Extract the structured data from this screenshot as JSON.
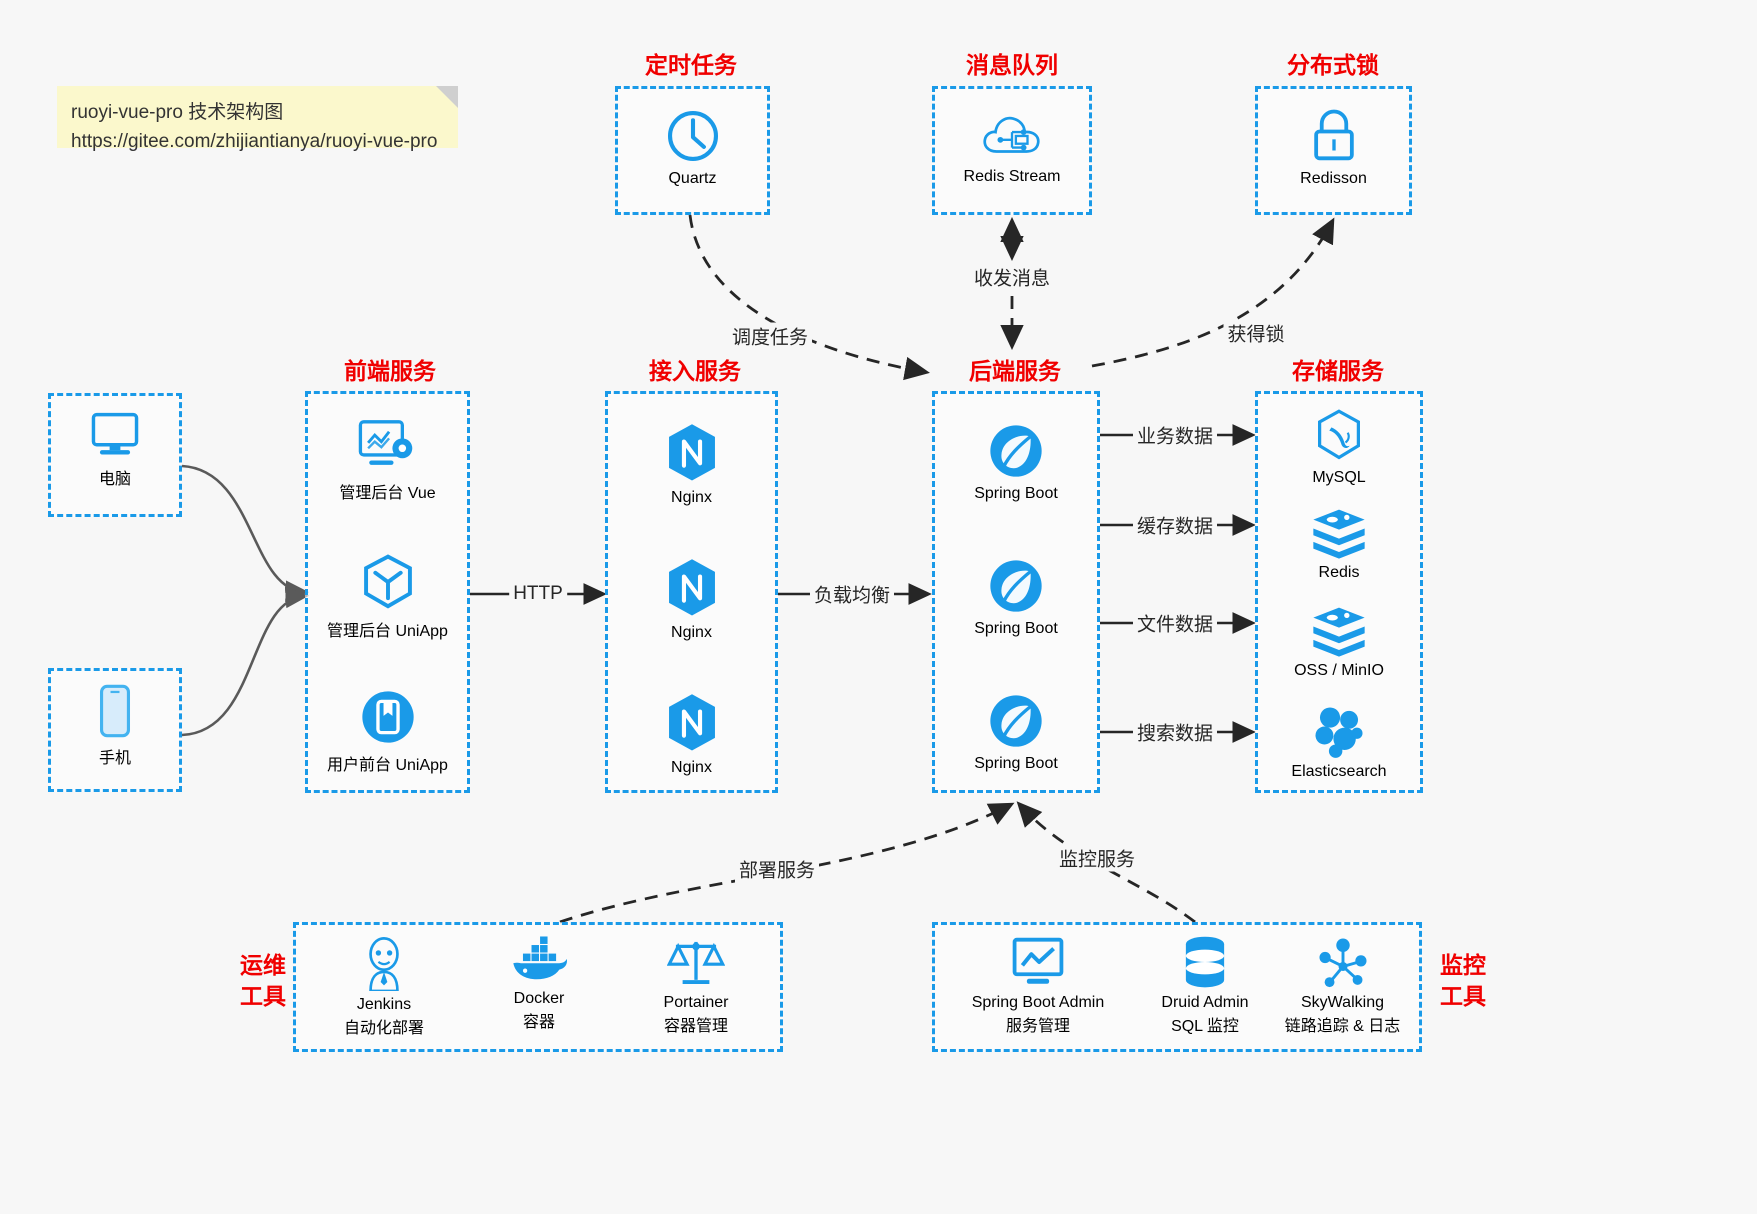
{
  "note": {
    "line1": "ruoyi-vue-pro 技术架构图",
    "line2": "https://gitee.com/zhijiantianya/ruoyi-vue-pro"
  },
  "colors": {
    "accent": "#1a9ae8",
    "group_title": "#f00000",
    "edge": "#262626",
    "curve": "#5a5a5a",
    "note_bg": "#fbf8cc",
    "page_bg": "#f7f7f7"
  },
  "groups": {
    "scheduled_task": {
      "title": "定时任务",
      "items": [
        {
          "label": "Quartz",
          "icon": "clock-icon"
        }
      ]
    },
    "message_queue": {
      "title": "消息队列",
      "items": [
        {
          "label": "Redis Stream",
          "icon": "cloud-stream-icon"
        }
      ]
    },
    "distributed_lock": {
      "title": "分布式锁",
      "items": [
        {
          "label": "Redisson",
          "icon": "padlock-icon"
        }
      ]
    },
    "clients": {
      "items": [
        {
          "label": "电脑",
          "icon": "desktop-monitor-icon"
        },
        {
          "label": "手机",
          "icon": "smartphone-icon"
        }
      ]
    },
    "frontend": {
      "title": "前端服务",
      "items": [
        {
          "label": "管理后台 Vue",
          "icon": "dashboard-gear-icon"
        },
        {
          "label": "管理后台 UniApp",
          "icon": "uniapp-cube-icon"
        },
        {
          "label": "用户前台 UniApp",
          "icon": "mobile-app-icon"
        }
      ]
    },
    "gateway": {
      "title": "接入服务",
      "items": [
        {
          "label": "Nginx",
          "icon": "nginx-icon"
        },
        {
          "label": "Nginx",
          "icon": "nginx-icon"
        },
        {
          "label": "Nginx",
          "icon": "nginx-icon"
        }
      ]
    },
    "backend": {
      "title": "后端服务",
      "items": [
        {
          "label": "Spring Boot",
          "icon": "spring-boot-icon"
        },
        {
          "label": "Spring Boot",
          "icon": "spring-boot-icon"
        },
        {
          "label": "Spring Boot",
          "icon": "spring-boot-icon"
        }
      ]
    },
    "storage": {
      "title": "存储服务",
      "items": [
        {
          "label": "MySQL",
          "icon": "mysql-dolphin-icon"
        },
        {
          "label": "Redis",
          "icon": "redis-stack-icon"
        },
        {
          "label": "OSS / MinIO",
          "icon": "oss-stack-icon"
        },
        {
          "label": "Elasticsearch",
          "icon": "elasticsearch-icon"
        }
      ]
    },
    "ops_tools": {
      "title": "运维\n工具",
      "title_line1": "运维",
      "title_line2": "工具",
      "items": [
        {
          "label": "Jenkins",
          "sublabel": "自动化部署",
          "icon": "jenkins-butler-icon"
        },
        {
          "label": "Docker",
          "sublabel": "容器",
          "icon": "docker-whale-icon"
        },
        {
          "label": "Portainer",
          "sublabel": "容器管理",
          "icon": "portainer-scales-icon"
        }
      ]
    },
    "monitor_tools": {
      "title_line1": "监控",
      "title_line2": "工具",
      "items": [
        {
          "label": "Spring Boot Admin",
          "sublabel": "服务管理",
          "icon": "monitor-chart-icon"
        },
        {
          "label": "Druid Admin",
          "sublabel": "SQL 监控",
          "icon": "database-stack-icon"
        },
        {
          "label": "SkyWalking",
          "sublabel": "链路追踪 & 日志",
          "icon": "skywalking-node-icon"
        }
      ]
    }
  },
  "edges": [
    {
      "label": "HTTP",
      "from": "frontend",
      "to": "gateway",
      "style": "solid"
    },
    {
      "label": "负载均衡",
      "from": "gateway",
      "to": "backend",
      "style": "solid"
    },
    {
      "label": "调度任务",
      "from": "scheduled_task",
      "to": "backend",
      "style": "dashed"
    },
    {
      "label": "收发消息",
      "from": "message_queue",
      "to": "backend",
      "style": "dashed-bidirectional"
    },
    {
      "label": "获得锁",
      "from": "backend",
      "to": "distributed_lock",
      "style": "dashed"
    },
    {
      "label": "业务数据",
      "from": "backend",
      "to": "storage",
      "style": "solid"
    },
    {
      "label": "缓存数据",
      "from": "backend",
      "to": "storage",
      "style": "solid"
    },
    {
      "label": "文件数据",
      "from": "backend",
      "to": "storage",
      "style": "solid"
    },
    {
      "label": "搜索数据",
      "from": "backend",
      "to": "storage",
      "style": "solid"
    },
    {
      "label": "部署服务",
      "from": "ops_tools",
      "to": "backend",
      "style": "dashed"
    },
    {
      "label": "监控服务",
      "from": "monitor_tools",
      "to": "backend",
      "style": "dashed"
    }
  ]
}
